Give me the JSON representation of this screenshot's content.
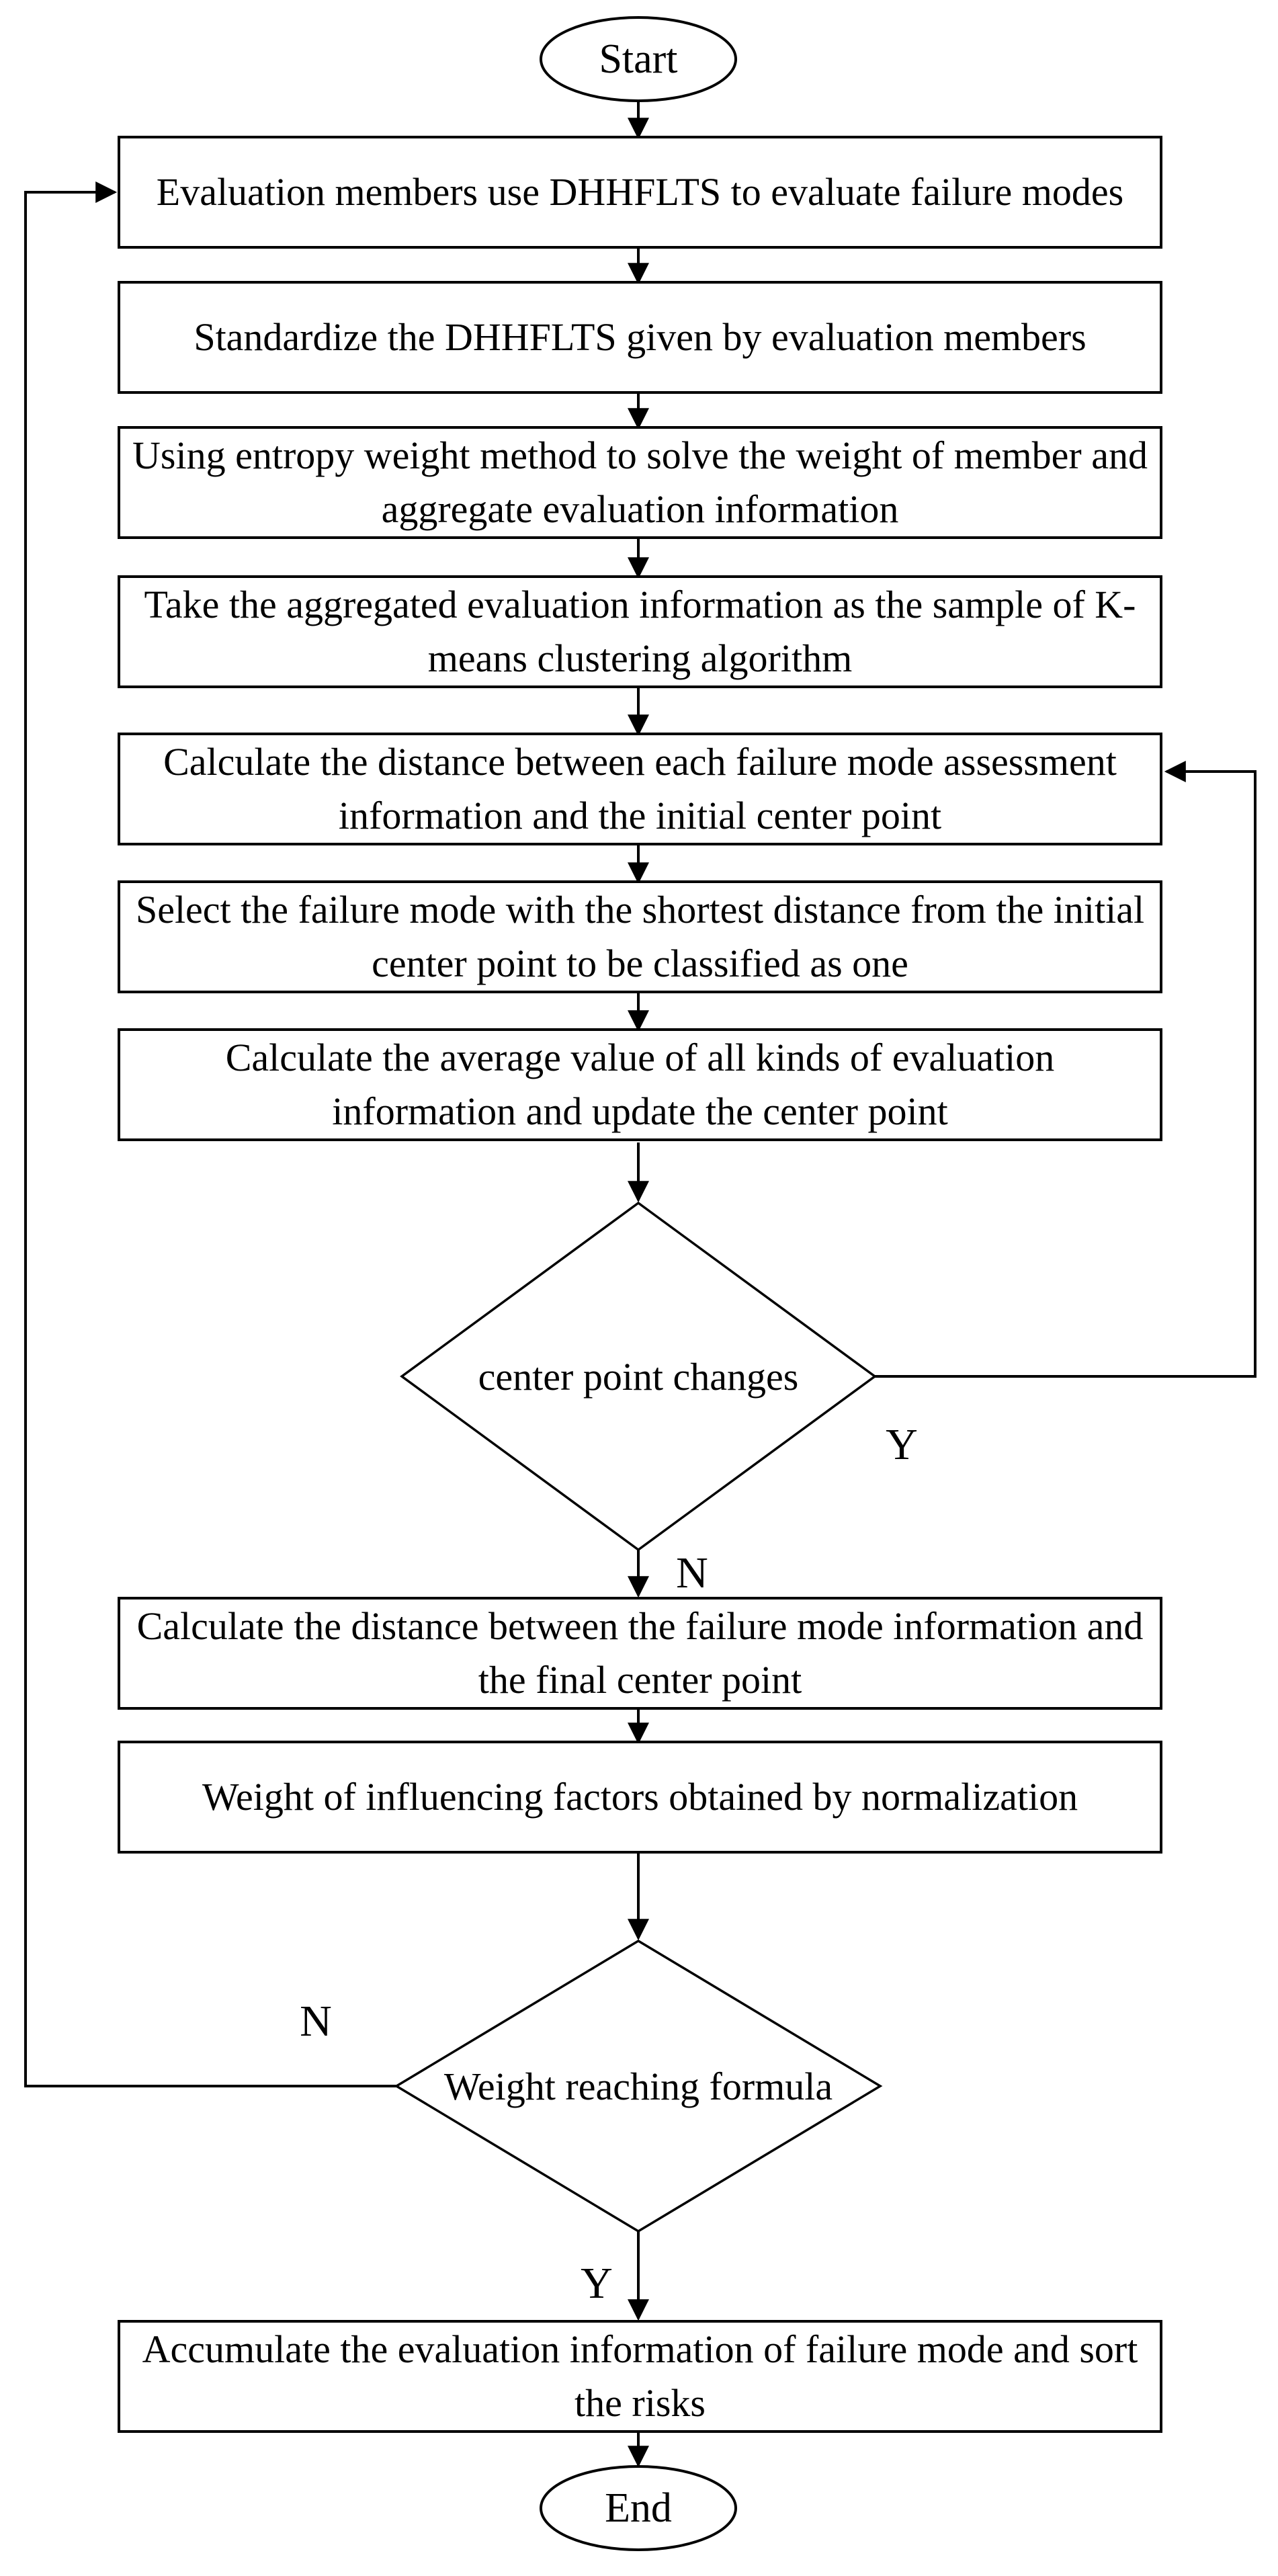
{
  "figure": {
    "background": "#ffffff",
    "line_color": "#000000"
  },
  "flowchart": {
    "start_label": "Start",
    "end_label": "End",
    "steps": [
      {
        "id": "evaluate",
        "text": "Evaluation members use DHHFLTS to evaluate failure modes"
      },
      {
        "id": "standardize",
        "text": "Standardize the DHHFLTS given by evaluation members"
      },
      {
        "id": "entropy-weight",
        "text": "Using entropy weight method to solve the weight of member and aggregate evaluation information"
      },
      {
        "id": "kmeans-sample",
        "text": "Take the aggregated evaluation information as the sample of K-means clustering algorithm"
      },
      {
        "id": "distance-initial",
        "text": "Calculate the distance between each failure mode assessment information and the initial center point"
      },
      {
        "id": "select-shortest",
        "text": "Select the failure mode with the shortest distance from the initial center point to be classified as one"
      },
      {
        "id": "update-center",
        "text": "Calculate the average value of all kinds of evaluation information and update the center point"
      },
      {
        "id": "distance-final",
        "text": "Calculate the distance between the failure mode information and the final center point"
      },
      {
        "id": "normalization",
        "text": "Weight of influencing factors obtained by normalization"
      },
      {
        "id": "accumulate-sort",
        "text": "Accumulate the evaluation information of failure mode and sort the risks"
      }
    ],
    "decisions": [
      {
        "id": "center-point-changes",
        "text": "center point changes",
        "yes_label": "Y",
        "no_label": "N"
      },
      {
        "id": "weight-reaching-formula",
        "text": "Weight reaching formula",
        "yes_label": "Y",
        "no_label": "N"
      }
    ]
  }
}
